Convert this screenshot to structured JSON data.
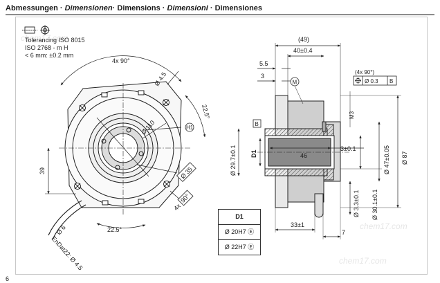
{
  "header": {
    "parts": [
      "Abmessungen · ",
      "Dimensionen",
      "· Dimensions · ",
      "Dimensioni",
      " · Dimensiones"
    ]
  },
  "tolerancing": {
    "line1": "Tolerancing ISO 8015",
    "line2": "ISO 2768 - m H",
    "line3": "< 6 mm: ±0.2 mm"
  },
  "front_view": {
    "angle_4x90": "4x 90°",
    "dia_4_5": "Ø 4.5",
    "angle_22_5_top": "22.5°",
    "dia_110": "Ø 110",
    "callout_h1": "H1",
    "dim_39": "39",
    "box_35": "Ø 35",
    "box_4x90_prefix": "4x",
    "box_4x90_value": "90°",
    "angle_22_5_bottom": "22.5°",
    "dia_6": "Ø 6",
    "endat_label": "EnDat22: Ø 4.5"
  },
  "side_view": {
    "dim_49": "(49)",
    "dim_40": "40±0.4",
    "dim_5_5": "5.5",
    "dim_3": "3",
    "callout_m": "M",
    "fcf_note": "(4x 90°)",
    "fcf_tol": "Ø 0.3",
    "fcf_datum": "B",
    "datum_b": "B",
    "m3": "M3",
    "dia_87": "Ø 87",
    "dia_47": "Ø 47±0.05",
    "dia_29_7": "Ø 29.7±0.1",
    "d1": "D1",
    "dim_46": "46",
    "dim_3_0_1": "3±0.1",
    "dia_3_3": "Ø 3.3±0.1",
    "dia_30_1": "Ø 30.1±0.1",
    "dim_33": "33±1",
    "dim_7": "7"
  },
  "d1_table": {
    "header": "D1",
    "rows": [
      "Ø 20H7 Ⓔ",
      "Ø 22H7 Ⓔ"
    ]
  },
  "watermarks": [
    "chem17.com",
    "chem17.com",
    "chem17.com"
  ],
  "footer": {
    "page": "6"
  },
  "colors": {
    "shaft_fill": "#7a7a7a",
    "body_fill": "#c4c4c4",
    "frame_border": "#c8c8c8"
  }
}
